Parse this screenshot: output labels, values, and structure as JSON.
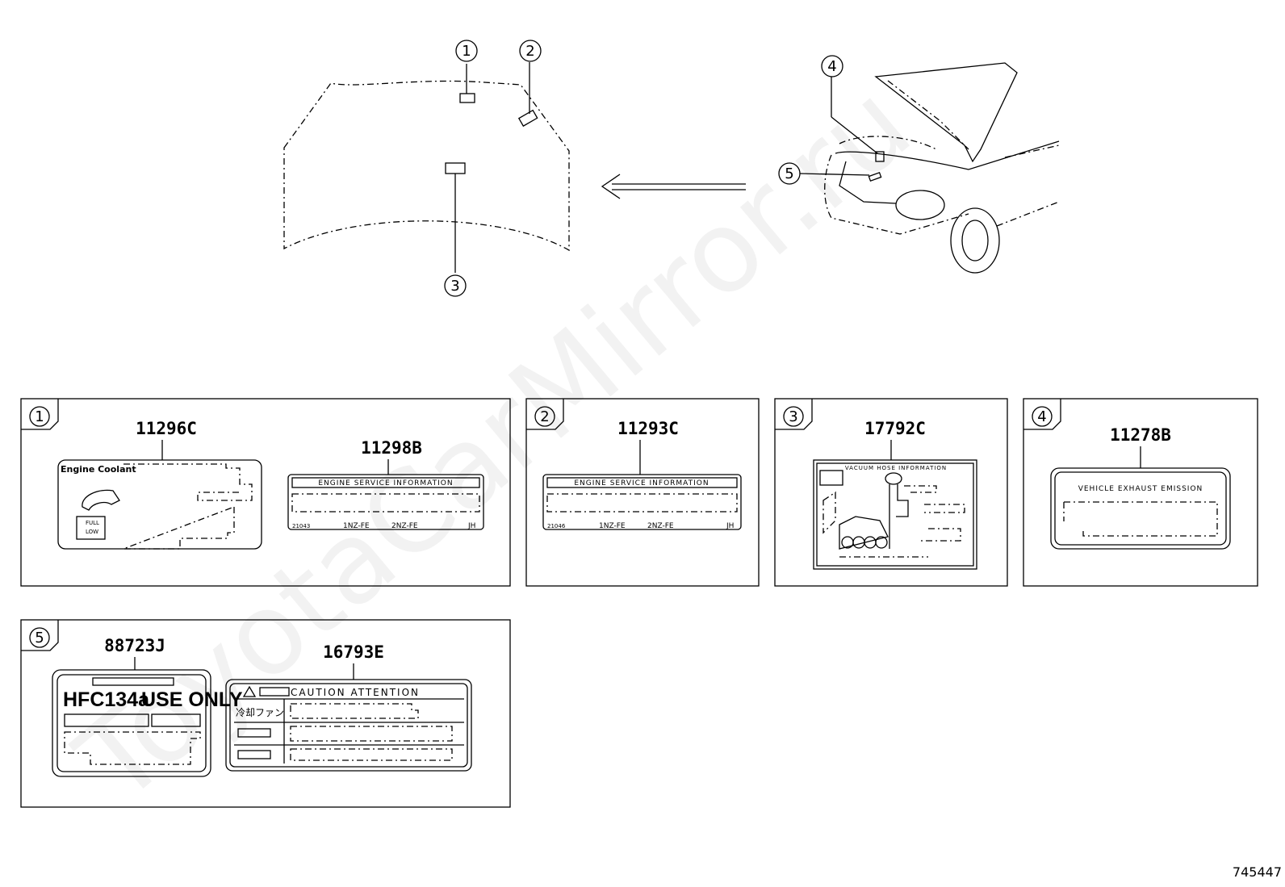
{
  "watermark": "ToyotaCarMirror.ru",
  "figure_id": "745447",
  "callouts": [
    "1",
    "2",
    "3",
    "4",
    "5"
  ],
  "panels": [
    {
      "num": "1",
      "parts": [
        "11296C",
        "11298B"
      ]
    },
    {
      "num": "2",
      "parts": [
        "11293C"
      ]
    },
    {
      "num": "3",
      "parts": [
        "17792C"
      ]
    },
    {
      "num": "4",
      "parts": [
        "11278B"
      ]
    },
    {
      "num": "5",
      "parts": [
        "88723J",
        "16793E"
      ]
    }
  ],
  "labels": {
    "engine_coolant": "Engine Coolant",
    "full": "FULL",
    "low": "LOW",
    "engine_service_info": "ENGINE SERVICE INFORMATION",
    "engine_codes_1": "1NZ-FE",
    "engine_codes_2": "2NZ-FE",
    "code_jh": "JH",
    "code_small_a": "21043",
    "code_small_b": "21046",
    "vacuum_hose_info": "VACUUM HOSE INFORMATION",
    "vehicle_exhaust": "VEHICLE EXHAUST EMISSION",
    "hfc_main": "HFC134a",
    "hfc_use_only": "USE ONLY",
    "caution": "CAUTION  ATTENTION",
    "cooling_fan_jp": "冷却ファン"
  }
}
